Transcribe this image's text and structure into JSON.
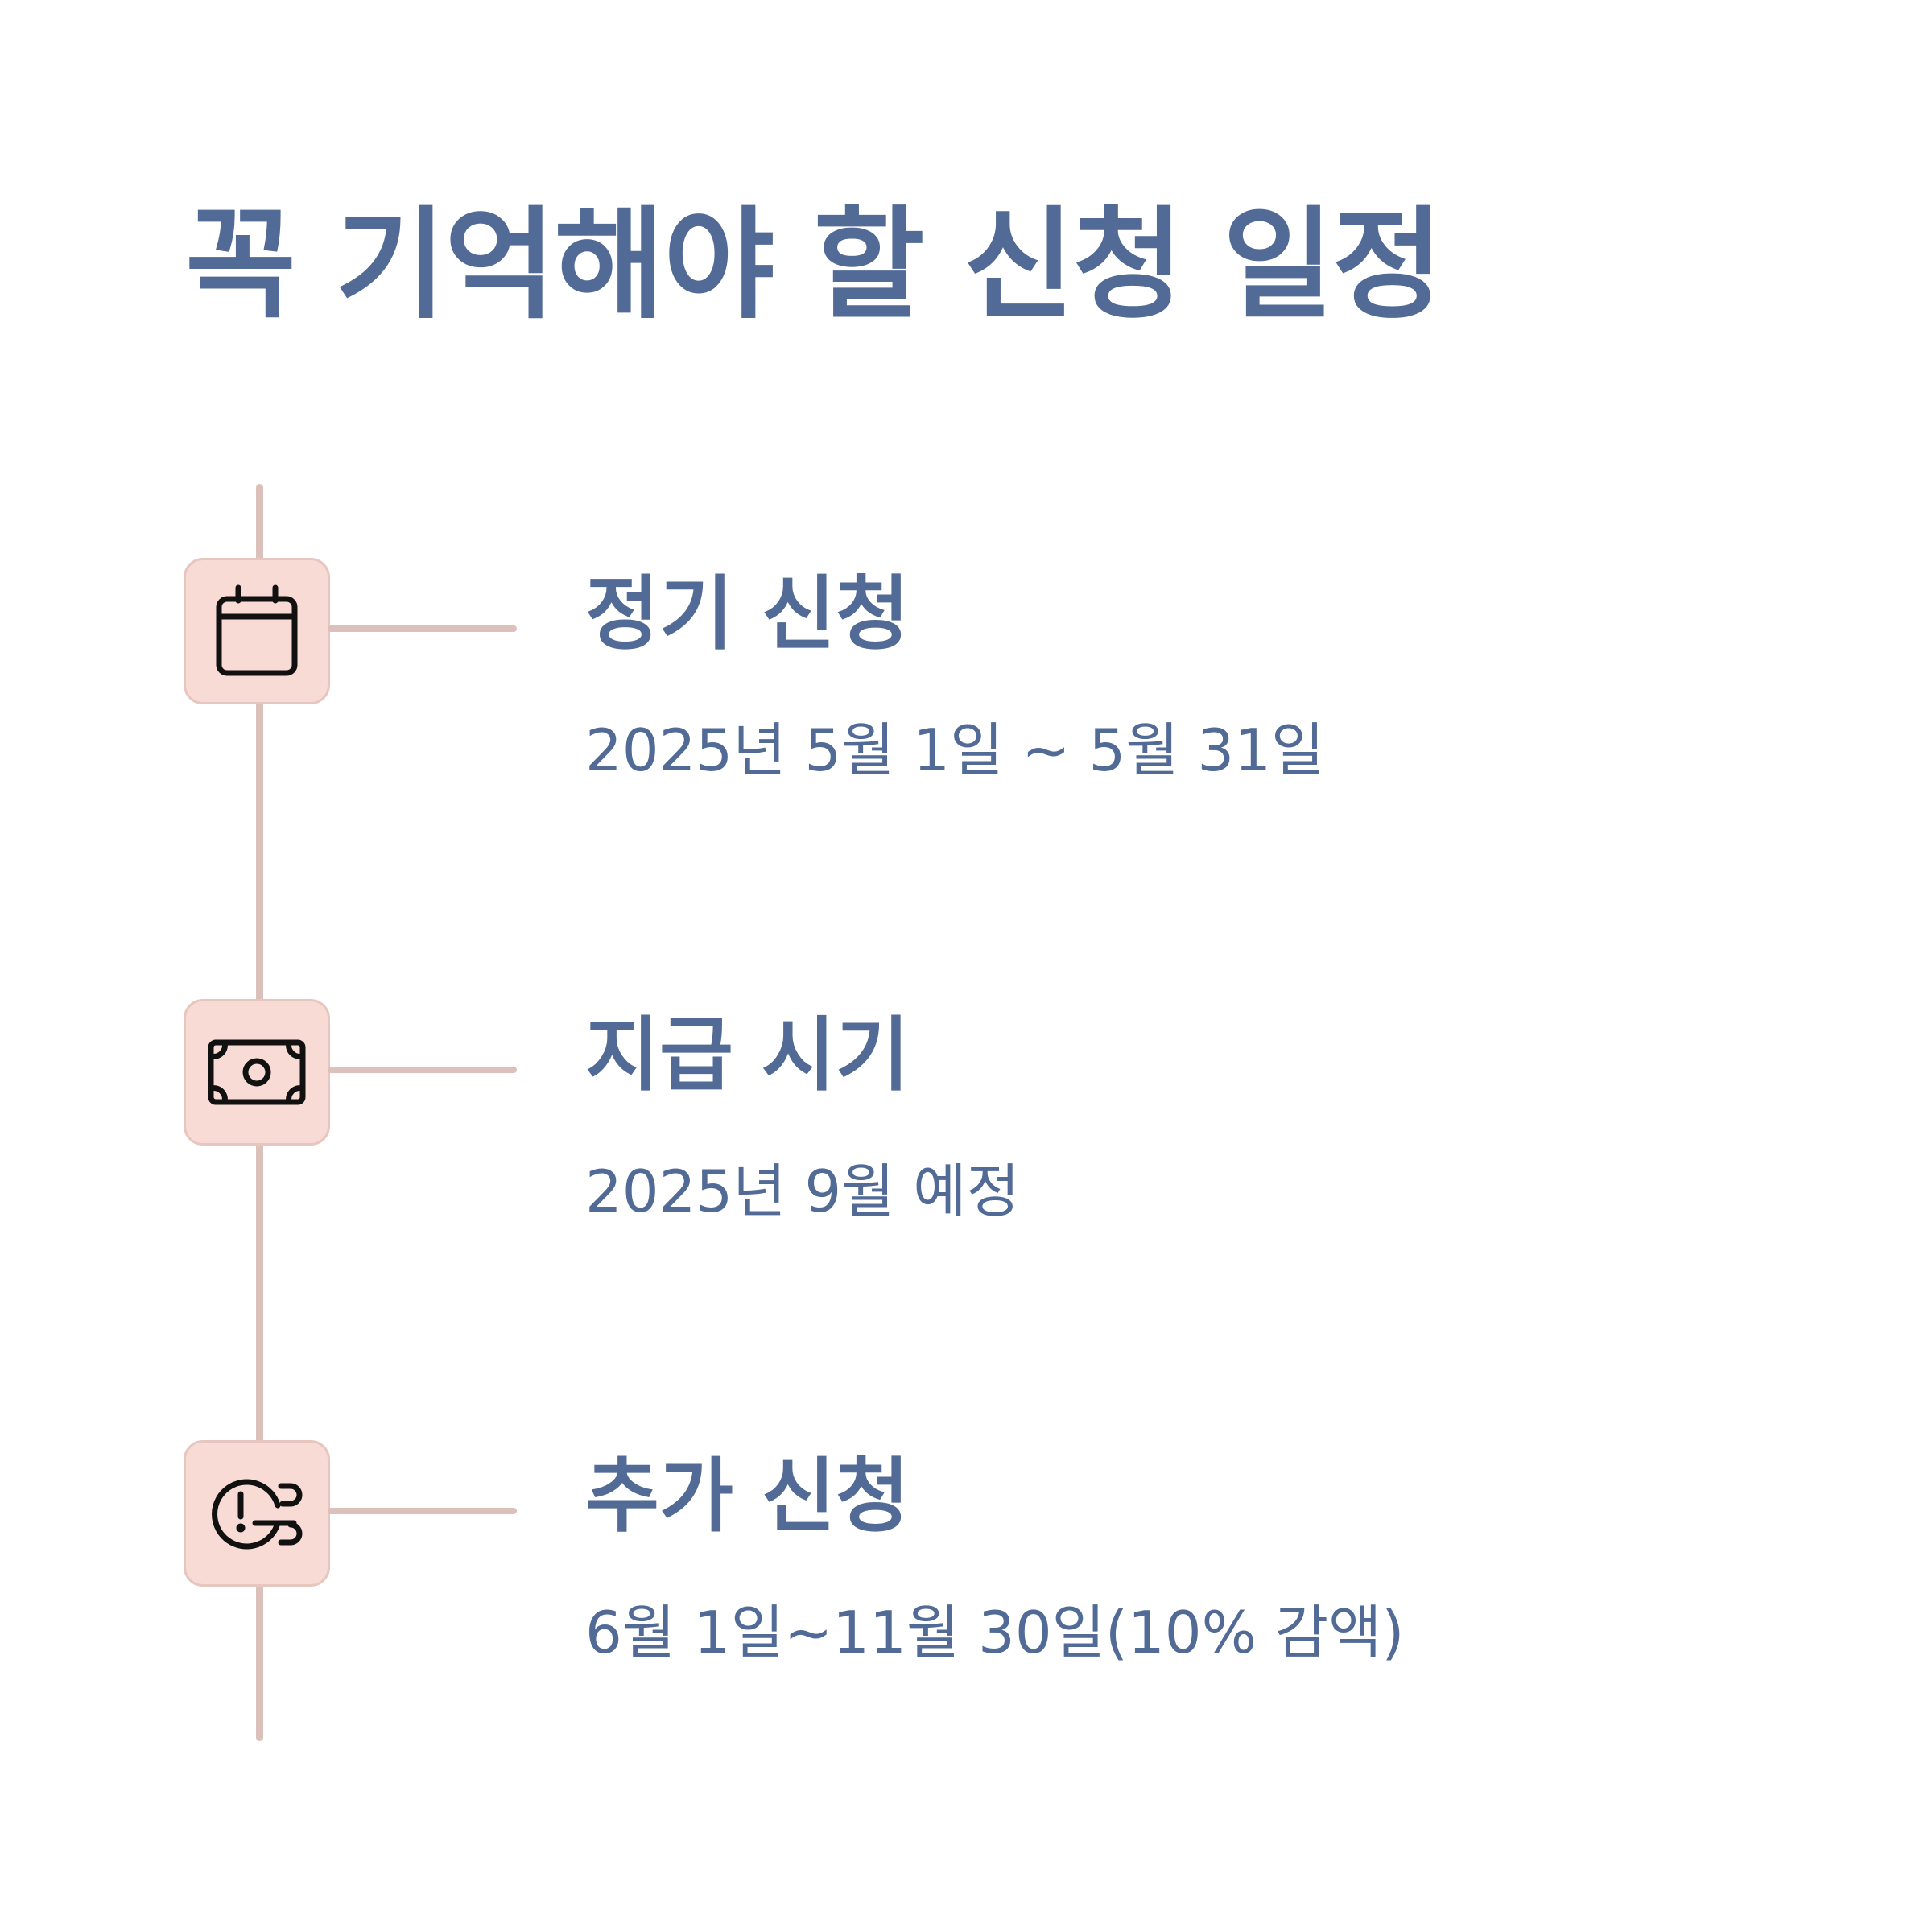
{
  "heading": "꼭 기억해야 할 신청 일정",
  "items": [
    {
      "icon": "calendar-icon",
      "title": "정기 신청",
      "date": "2025년 5월 1일 ~ 5월 31일"
    },
    {
      "icon": "banknote-icon",
      "title": "지급 시기",
      "date": "2025년 9월 예정"
    },
    {
      "icon": "alert-clock-icon",
      "title": "추가 신청",
      "date": "6월 1일~11월 30일(10% 감액)"
    }
  ],
  "colors": {
    "text": "#516a96",
    "box": "#f8dbd5",
    "line": "#dcc0bb"
  }
}
